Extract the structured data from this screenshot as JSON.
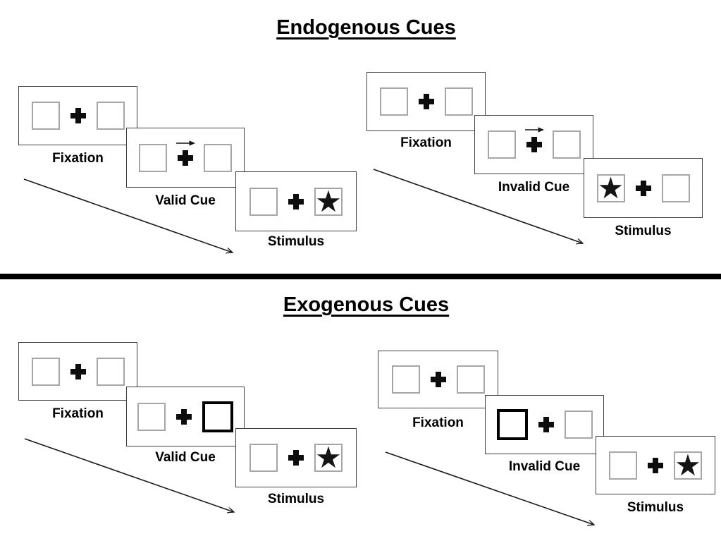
{
  "sections": [
    {
      "id": "endogenous",
      "title": "Endogenous Cues",
      "sequences": [
        {
          "id": "valid",
          "panels": [
            {
              "label": "Fixation",
              "cue_type": "none",
              "star_position": "none"
            },
            {
              "label": "Valid Cue",
              "cue_type": "arrow-right-above-cross",
              "star_position": "none"
            },
            {
              "label": "Stimulus",
              "cue_type": "none",
              "star_position": "right"
            }
          ]
        },
        {
          "id": "invalid",
          "panels": [
            {
              "label": "Fixation",
              "cue_type": "none",
              "star_position": "none"
            },
            {
              "label": "Invalid Cue",
              "cue_type": "arrow-right-above-cross",
              "star_position": "none"
            },
            {
              "label": "Stimulus",
              "cue_type": "none",
              "star_position": "left"
            }
          ]
        }
      ]
    },
    {
      "id": "exogenous",
      "title": "Exogenous Cues",
      "sequences": [
        {
          "id": "valid",
          "panels": [
            {
              "label": "Fixation",
              "cue_type": "none",
              "star_position": "none"
            },
            {
              "label": "Valid Cue",
              "cue_type": "bold-right-box",
              "star_position": "none"
            },
            {
              "label": "Stimulus",
              "cue_type": "none",
              "star_position": "right"
            }
          ]
        },
        {
          "id": "invalid",
          "panels": [
            {
              "label": "Fixation",
              "cue_type": "none",
              "star_position": "none"
            },
            {
              "label": "Invalid Cue",
              "cue_type": "bold-left-box",
              "star_position": "none"
            },
            {
              "label": "Stimulus",
              "cue_type": "none",
              "star_position": "right"
            }
          ]
        }
      ]
    }
  ],
  "glyphs": {
    "star": "★"
  },
  "colors": {
    "panel_border": "#3f3f3f",
    "box_border": "#a6a6a6",
    "bold_cue_border": "#000000",
    "ink": "#0d0d0d",
    "background": "#ffffff"
  }
}
